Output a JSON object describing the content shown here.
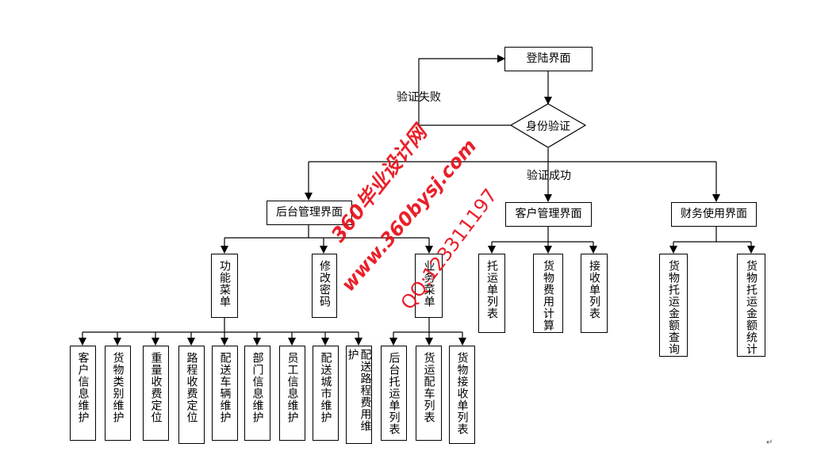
{
  "nodes": {
    "login": "登陆界面",
    "auth": "身份验证",
    "backend": "后台管理界面",
    "customer": "客户管理界面",
    "finance": "财务使用界面",
    "func_menu": "功能菜单",
    "change_pwd": "修改密码",
    "biz_menu": "业务菜单",
    "func_items": [
      "客户信息维护",
      "货物类别维护",
      "重量收费定位",
      "路程收费定位",
      "配送车辆维护",
      "部门信息维护",
      "员工信息维护",
      "配送城市维护",
      "配送路程费用维护"
    ],
    "biz_items": [
      "后台托运单列表",
      "货运配车列表",
      "货物接收单列表"
    ],
    "customer_items": [
      "托运单列表",
      "货物费用计算",
      "接收单列表"
    ],
    "finance_items": [
      "货物托运金额查询",
      "货物托运金额统计"
    ]
  },
  "edges": {
    "fail_label": "验证失败",
    "success_label": "验证成功"
  },
  "watermark": {
    "line1": "360毕业设计网",
    "line2": "www.360bysj.com",
    "line3": "QQ:123311197",
    "color": "#e8101a"
  },
  "return_mark": "↵"
}
